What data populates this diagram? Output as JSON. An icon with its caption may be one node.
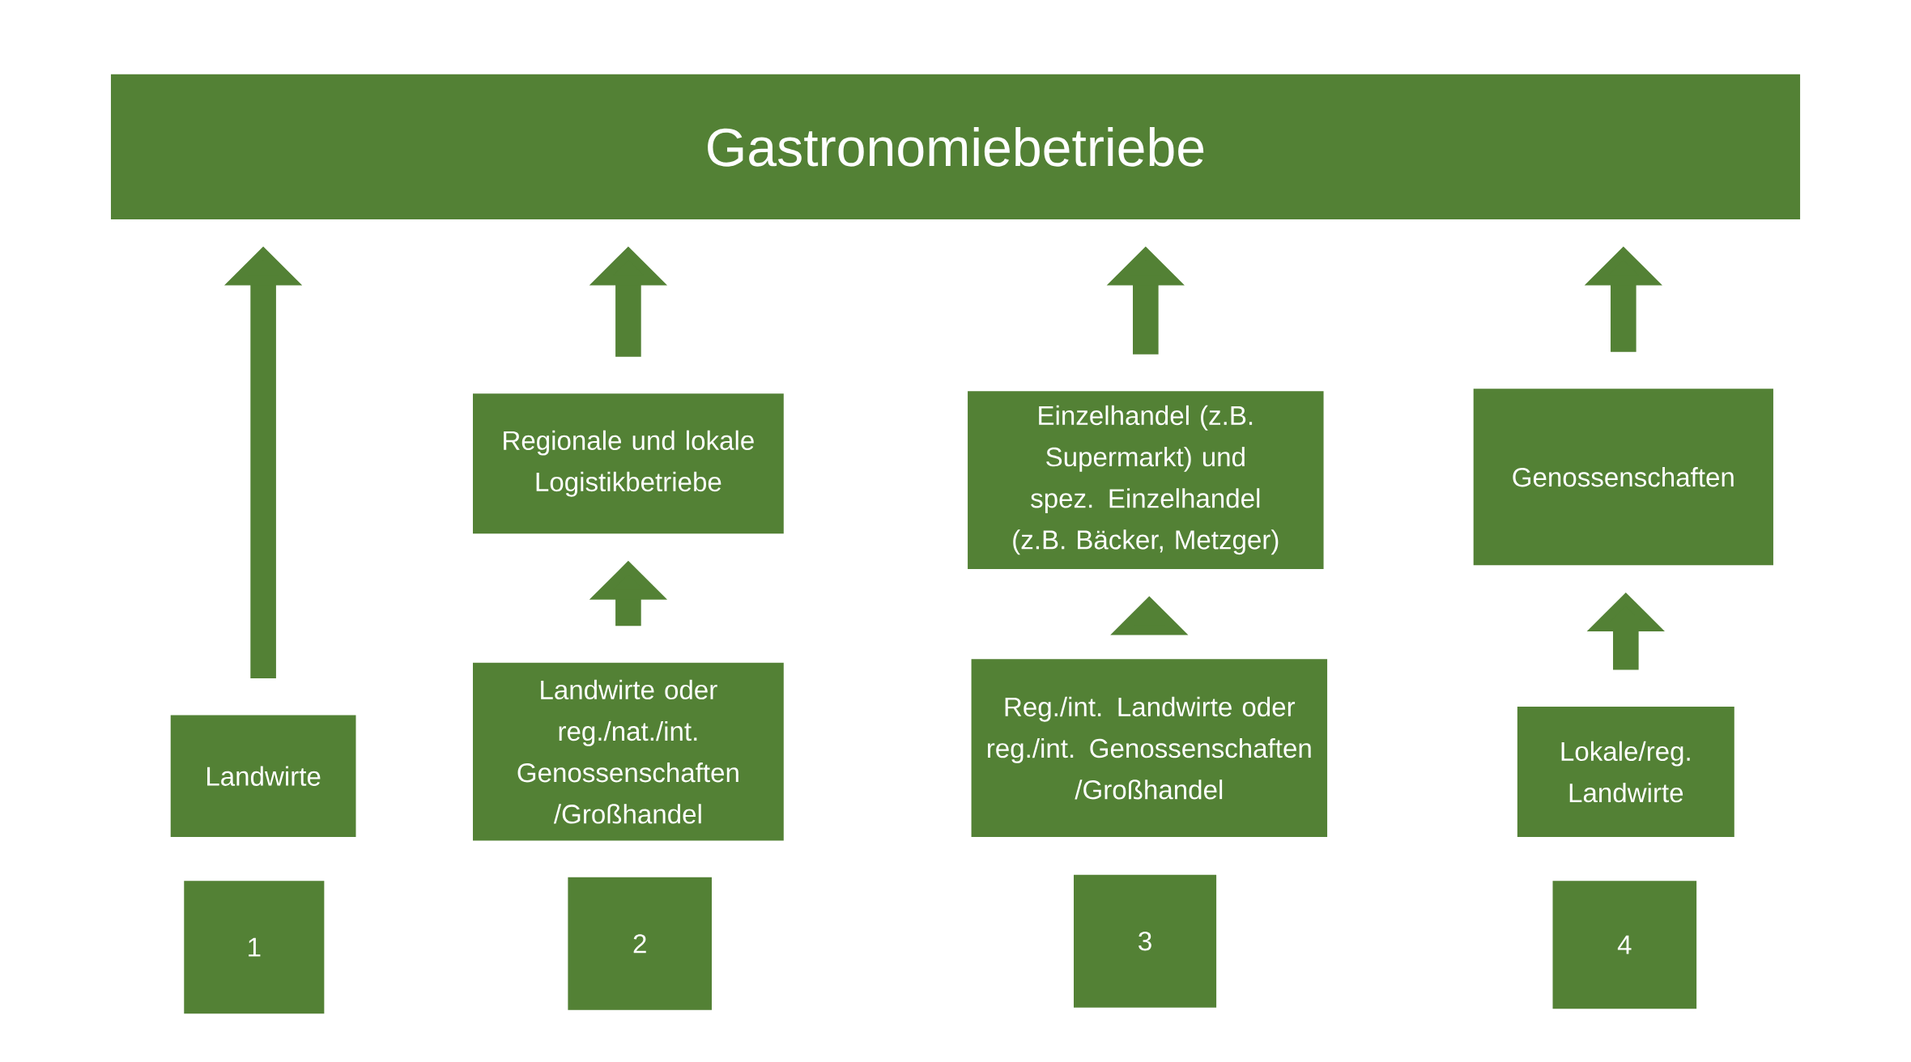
{
  "diagram": {
    "nodes": [
      {
        "text": [
          "Gastronomiebetriebe"
        ]
      },
      {
        "text": [
          "Landwirte"
        ]
      },
      {
        "text": [
          "Regionale und lokale Logistikbetriebe"
        ]
      },
      {
        "text": [
          "Landwirte oder reg./nat./int. Genossenschaften /Großhandel"
        ]
      },
      {
        "text": [
          "Einzelhandel (z.B. Supermarkt) und spez. Einzelhandel (z.B. Bäcker, Metzger)"
        ]
      },
      {
        "text": [
          "Reg./int. Landwirte oder reg./int. Genossenschaften /Großhandel"
        ]
      },
      {
        "text": [
          "Genossenschaften"
        ]
      },
      {
        "text": [
          "Lokale/reg. Landwirte"
        ]
      },
      {
        "text": [
          "1"
        ]
      },
      {
        "text": [
          "2"
        ]
      },
      {
        "text": [
          "3"
        ]
      },
      {
        "text": [
          "4"
        ]
      }
    ],
    "edges": [
      {
        "from": 1,
        "to": 0,
        "arrow": "to"
      },
      {
        "from": 3,
        "to": 2,
        "arrow": "to"
      },
      {
        "from": 2,
        "to": 0,
        "arrow": "to"
      },
      {
        "from": 5,
        "to": 4,
        "arrow": "to"
      },
      {
        "from": 4,
        "to": 0,
        "arrow": "to"
      },
      {
        "from": 7,
        "to": 6,
        "arrow": "to"
      },
      {
        "from": 6,
        "to": 0,
        "arrow": "to"
      }
    ]
  }
}
